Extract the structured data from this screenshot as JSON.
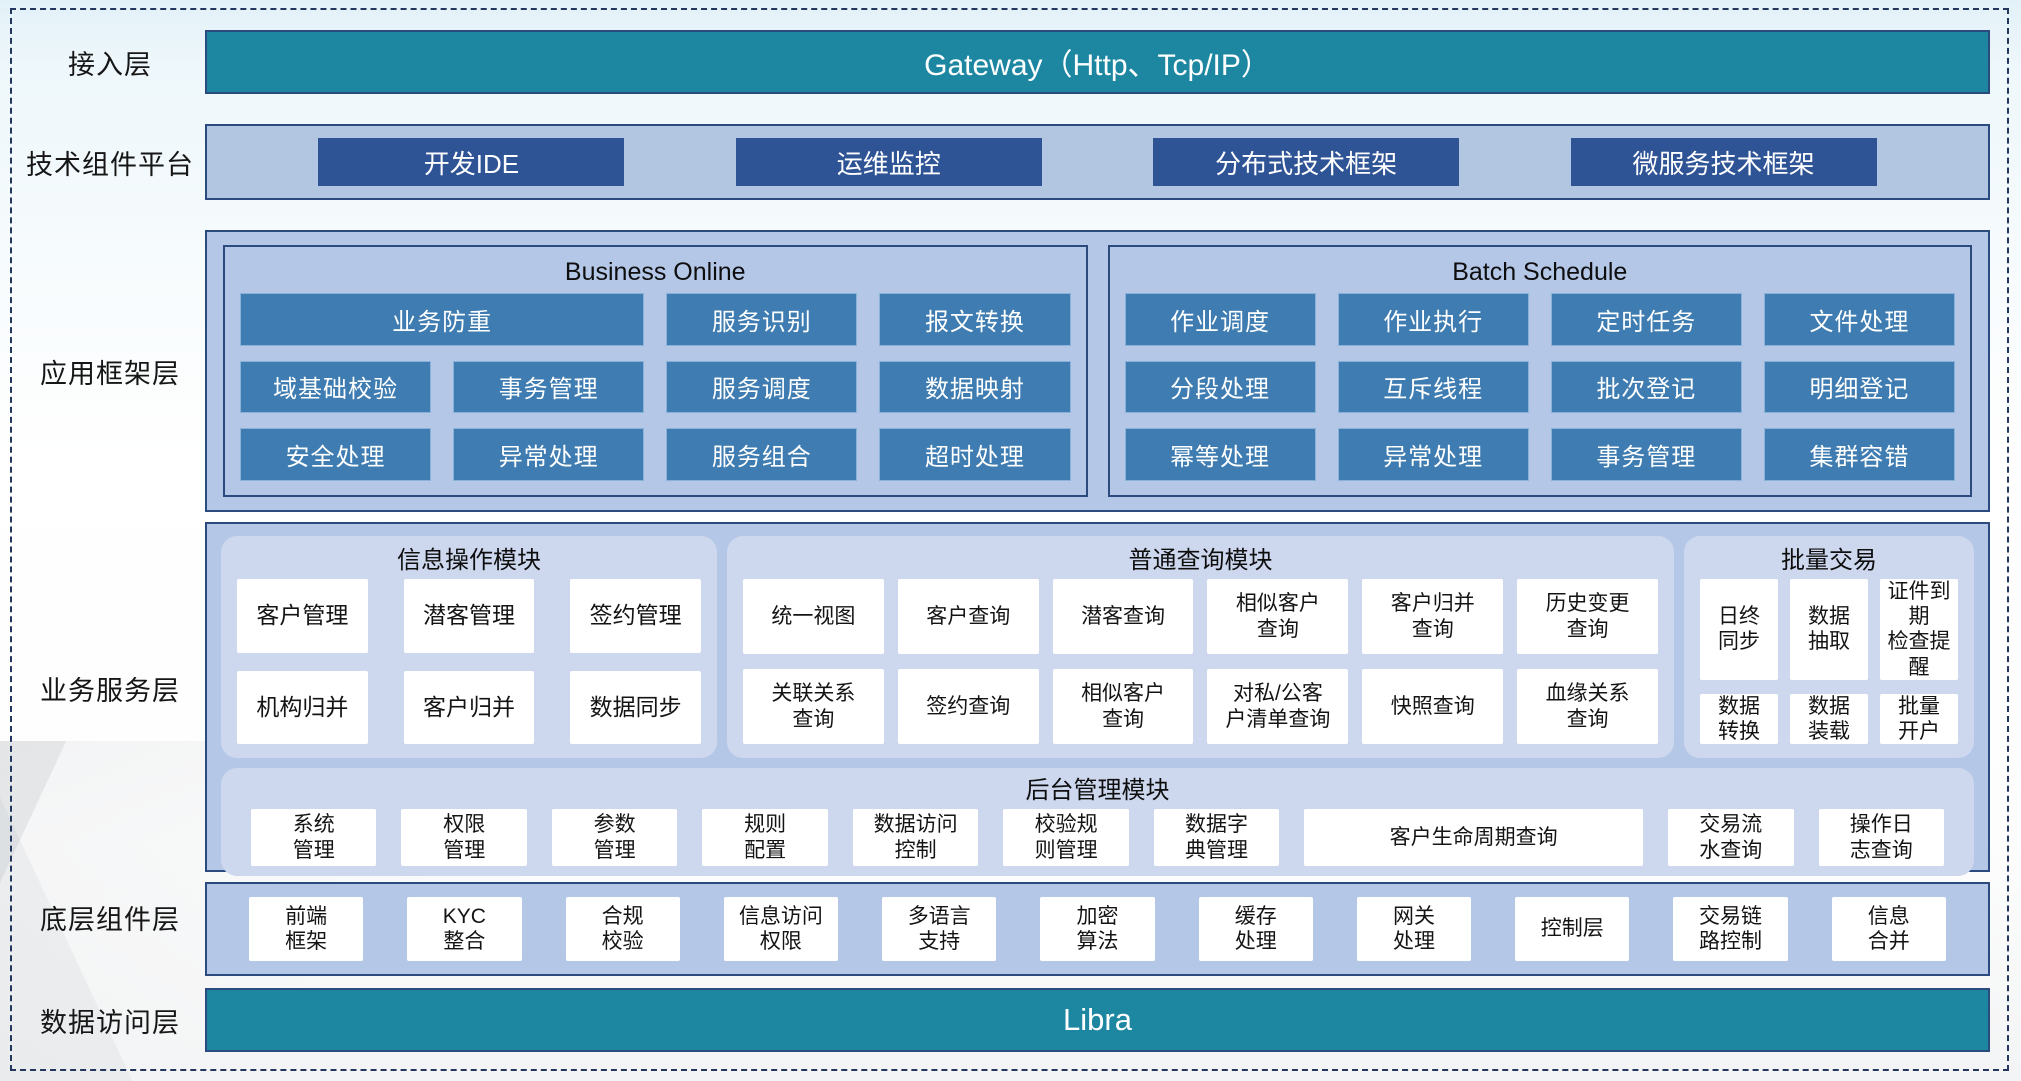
{
  "access_layer": {
    "label": "接入层",
    "gateway_label": "Gateway（Http、Tcp/IP）"
  },
  "tech_platform": {
    "label": "技术组件平台",
    "items": [
      "开发IDE",
      "运维监控",
      "分布式技术框架",
      "微服务技术框架"
    ]
  },
  "app_framework": {
    "label": "应用框架层",
    "business_online": {
      "title": "Business Online",
      "buttons": [
        "业务防重",
        "服务识别",
        "报文转换",
        "域基础校验",
        "事务管理",
        "服务调度",
        "数据映射",
        "安全处理",
        "异常处理",
        "服务组合",
        "超时处理"
      ]
    },
    "batch_schedule": {
      "title": "Batch Schedule",
      "buttons": [
        "作业调度",
        "作业执行",
        "定时任务",
        "文件处理",
        "分段处理",
        "互斥线程",
        "批次登记",
        "明细登记",
        "幂等处理",
        "异常处理",
        "事务管理",
        "集群容错"
      ]
    }
  },
  "business_service": {
    "label": "业务服务层",
    "info_ops": {
      "title": "信息操作模块",
      "buttons": [
        "客户管理",
        "潜客管理",
        "签约管理",
        "机构归并",
        "客户归并",
        "数据同步"
      ]
    },
    "common_query": {
      "title": "普通查询模块",
      "buttons": [
        "统一视图",
        "客户查询",
        "潜客查询",
        "相似客户\n查询",
        "客户归并\n查询",
        "历史变更\n查询",
        "关联关系\n查询",
        "签约查询",
        "相似客户\n查询",
        "对私/公客\n户清单查询",
        "快照查询",
        "血缘关系\n查询"
      ]
    },
    "batch_trade": {
      "title": "批量交易",
      "buttons": [
        "日终\n同步",
        "数据\n抽取",
        "证件到期\n检查提醒",
        "数据\n转换",
        "数据\n装载",
        "批量\n开户"
      ]
    },
    "backoffice": {
      "title": "后台管理模块",
      "buttons": [
        "系统\n管理",
        "权限\n管理",
        "参数\n管理",
        "规则\n配置",
        "数据访问\n控制",
        "校验规\n则管理",
        "数据字\n典管理",
        "客户生命周期查询",
        "交易流\n水查询",
        "操作日\n志查询"
      ]
    }
  },
  "base_components": {
    "label": "底层组件层",
    "buttons": [
      "前端\n框架",
      "KYC\n整合",
      "合规\n校验",
      "信息访问\n权限",
      "多语言\n支持",
      "加密\n算法",
      "缓存\n处理",
      "网关\n处理",
      "控制层",
      "交易链\n路控制",
      "信息\n合并"
    ]
  },
  "data_access": {
    "label": "数据访问层",
    "bar_label": "Libra"
  },
  "colors": {
    "teal": "#1d87a2",
    "navy_border": "#2b4a7d",
    "dark_blue_button": "#2f5496",
    "container_fill": "#b4c7e7",
    "steel_blue_button": "#3e7cb1",
    "panel_lavender": "#cdd8ef",
    "white_button": "#ffffff"
  }
}
